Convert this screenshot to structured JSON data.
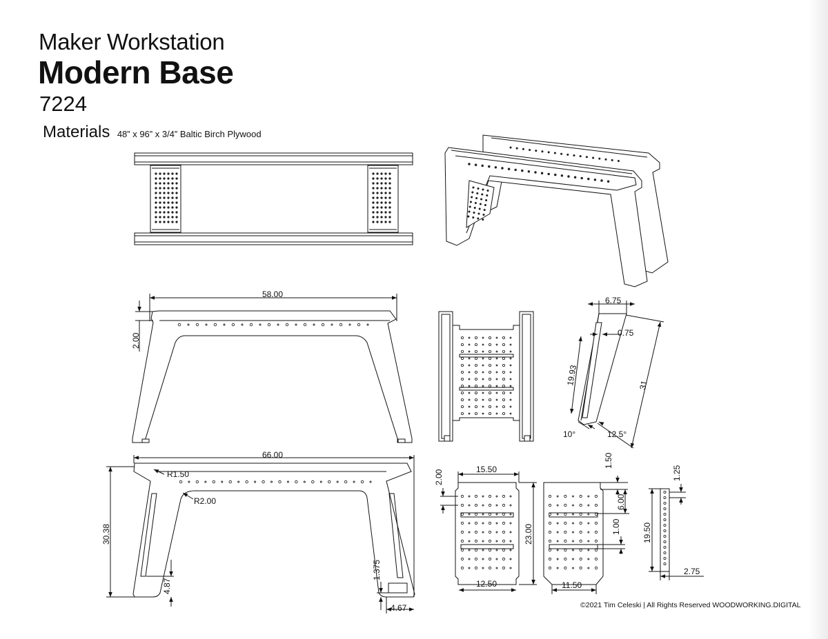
{
  "title": {
    "subtitle": "Maker Workstation",
    "main": "Modern Base",
    "model": "7224"
  },
  "materials": {
    "label": "Materials",
    "value": "48” x 96” x 3/4” Baltic Birch Plywood"
  },
  "dimensions": {
    "top_width": "58.00",
    "top_thickness": "2.00",
    "bottom_width": "66.00",
    "radius_outer": "R1.50",
    "radius_inner": "R2.00",
    "height": "30.38",
    "foot_height": "4.87",
    "foot_offset": "1.375",
    "foot_width": "4.67",
    "side_top": "6.75",
    "side_slot": "0.75",
    "side_slot_len": "19.93",
    "side_len": "31",
    "side_angle_a": "10°",
    "side_angle_b": "12.5°",
    "panel_a_top": "15.50",
    "panel_a_edge": "2.00",
    "panel_height": "23.00",
    "panel_a_bottom": "12.50",
    "panel_b_top": "1.50",
    "panel_b_spacing": "6.00",
    "panel_b_slot": "1.00",
    "panel_b_bottom": "11.50",
    "strip_top": "1.25",
    "strip_height": "19.50",
    "strip_width": "2.75"
  },
  "footer": "©2021 Tim Celeski | All Rights Reserved WOODWORKING.DIGITAL"
}
